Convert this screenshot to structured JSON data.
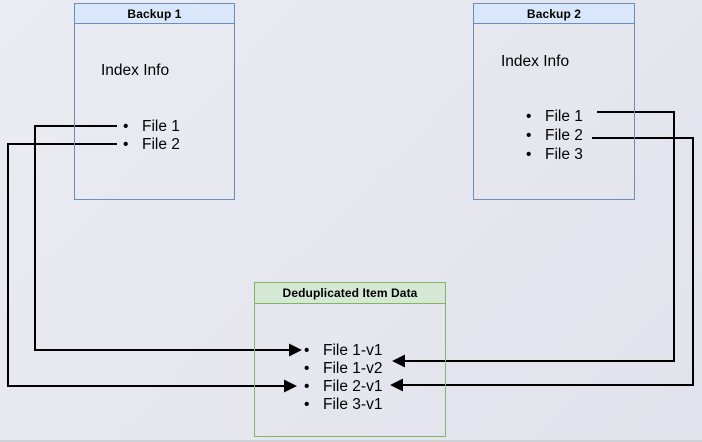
{
  "canvas": {
    "background_color": "#e6e6ef",
    "connector_color": "#000000"
  },
  "backup1": {
    "title": "Backup 1",
    "index_label": "Index Info",
    "files": [
      "File 1",
      "File 2"
    ],
    "title_fill": "#d9e7fa",
    "border_color": "#6c8ebf"
  },
  "backup2": {
    "title": "Backup 2",
    "index_label": "Index Info",
    "files": [
      "File 1",
      "File 2",
      "File 3"
    ],
    "title_fill": "#d9e7fa",
    "border_color": "#6c8ebf"
  },
  "dedup": {
    "title": "Deduplicated Item Data",
    "items": [
      "File 1-v1",
      "File 1-v2",
      "File 2-v1",
      "File 3-v1"
    ],
    "title_fill": "#d5e8d4",
    "border_color": "#82b366"
  },
  "connections": [
    {
      "from": "Backup 1 / File 1",
      "to": "File 1-v1"
    },
    {
      "from": "Backup 1 / File 2",
      "to": "File 2-v1"
    },
    {
      "from": "Backup 2 / File 1",
      "to": "File 1-v2"
    },
    {
      "from": "Backup 2 / File 2",
      "to": "File 2-v1"
    }
  ]
}
